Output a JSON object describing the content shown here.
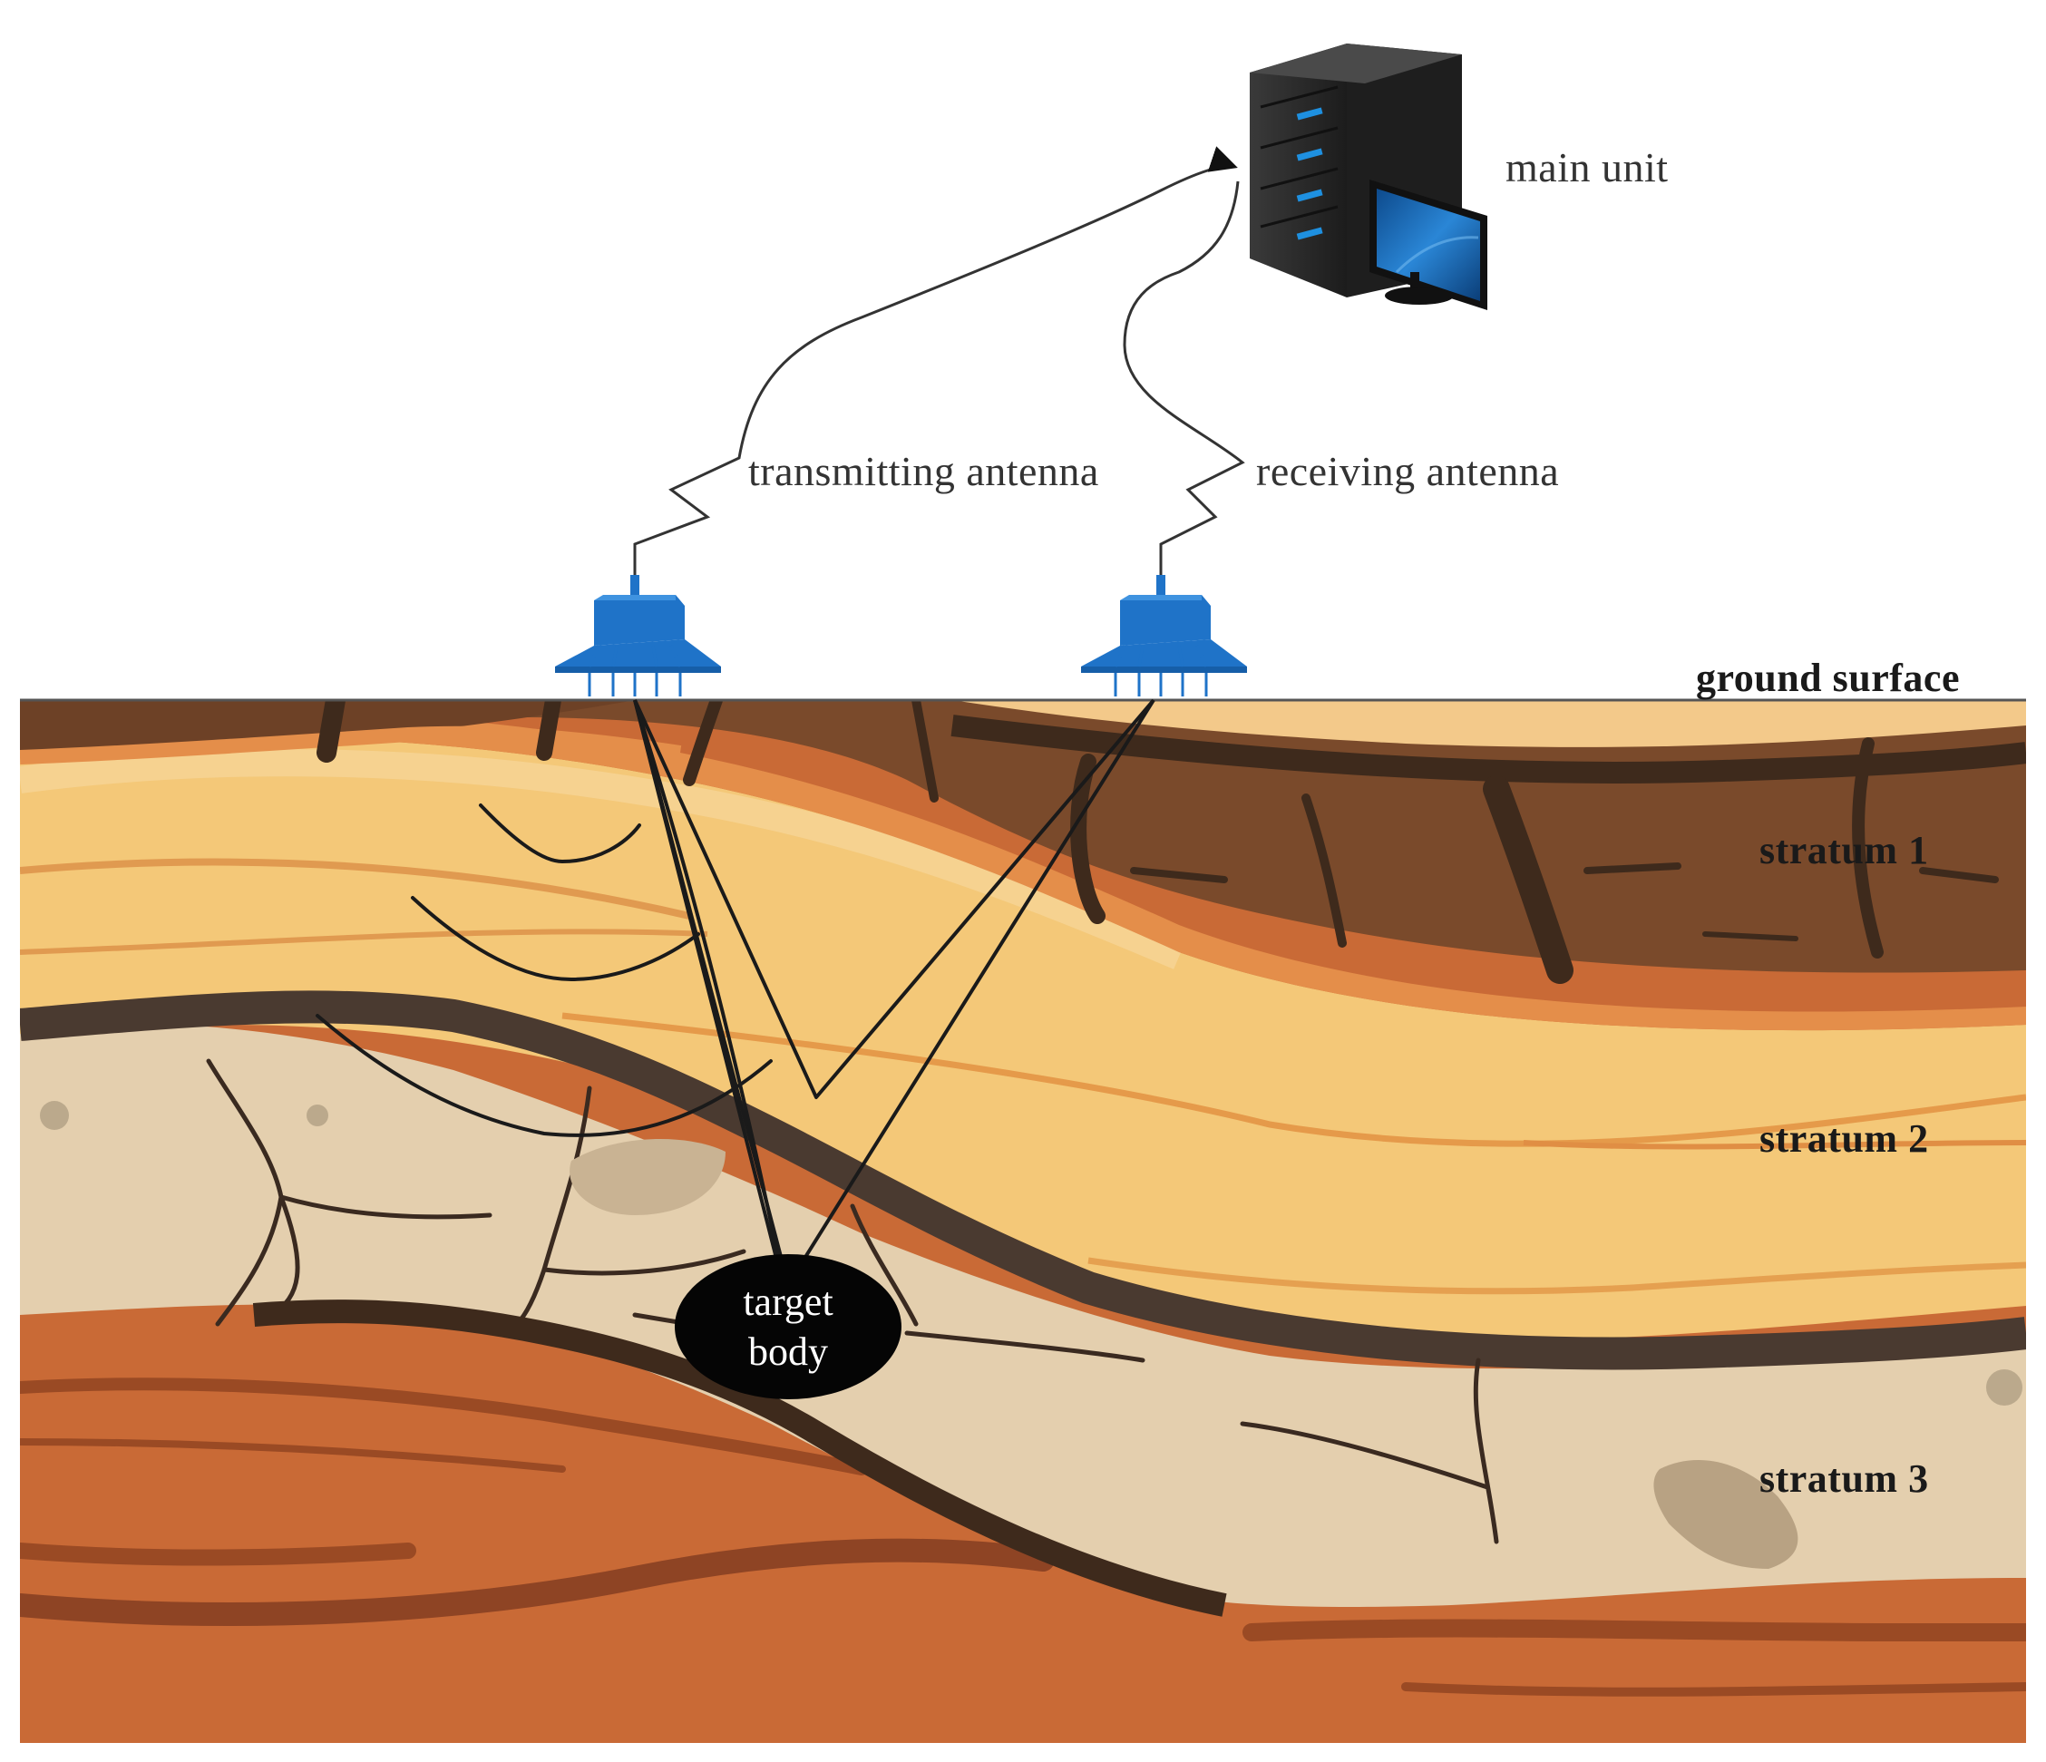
{
  "labels": {
    "main_unit": "main unit",
    "transmitting_antenna": "transmitting antenna",
    "receiving_antenna": "receiving antenna",
    "ground_surface": "ground surface",
    "stratum_1": "stratum 1",
    "stratum_2": "stratum 2",
    "stratum_3": "stratum 3",
    "target_line1": "target",
    "target_line2": "body"
  },
  "icons": {
    "main_unit": "computer-tower-with-monitor-icon",
    "transmitting_antenna": "antenna-icon",
    "receiving_antenna": "antenna-icon"
  },
  "colors": {
    "antenna_blue": "#1f73c8",
    "stratum1_brown": "#7a4a2b",
    "stratum2_yellow": "#f3c77a",
    "stratum3_beige": "#e3cfae",
    "deep_orange": "#c86a38",
    "dark_band": "#4a3a30",
    "target_fill": "#050505"
  }
}
